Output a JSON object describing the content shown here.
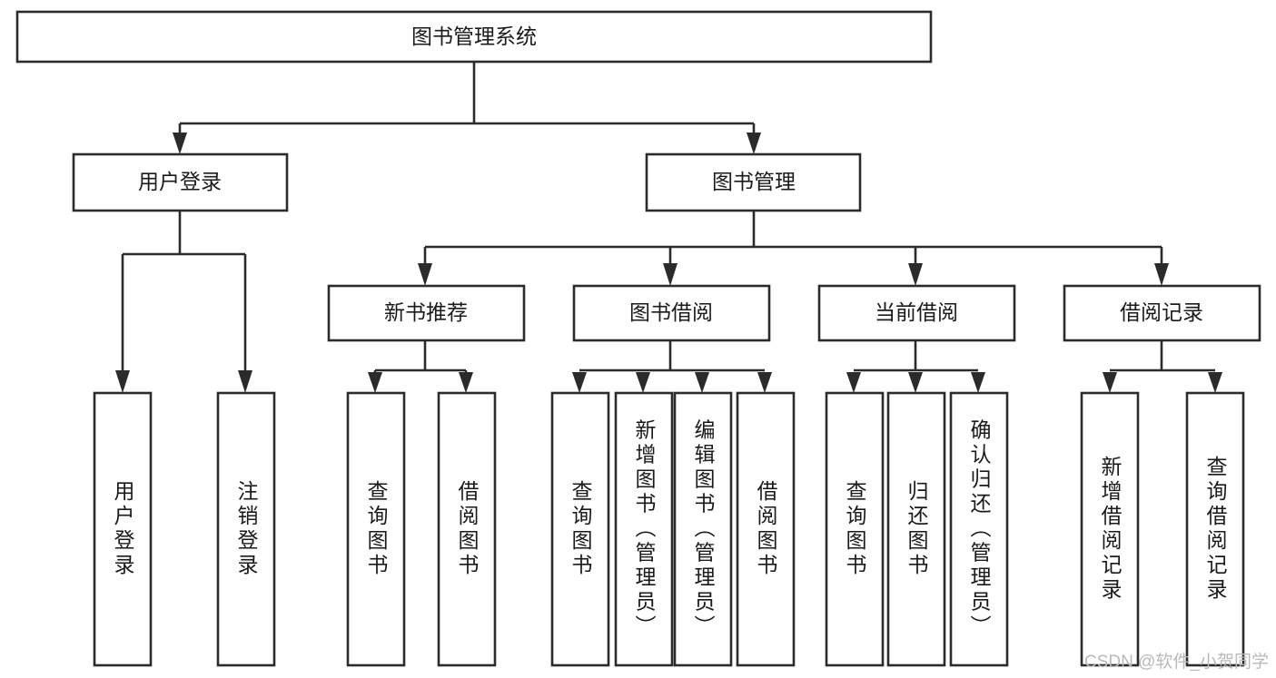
{
  "diagram": {
    "type": "tree-hierarchy-chart",
    "title": "图书管理系统",
    "watermark": "CSDN @软件_小贺同学",
    "colors": {
      "background": "#ffffff",
      "box_fill": "#ffffff",
      "box_stroke": "#2b2b2b",
      "text": "#1a1a1a",
      "watermark": "#b9b9b9"
    },
    "levels": {
      "root": {
        "label": "图书管理系统"
      },
      "level2": [
        {
          "label": "用户登录"
        },
        {
          "label": "图书管理"
        }
      ],
      "level3": [
        {
          "label": "新书推荐"
        },
        {
          "label": "图书借阅"
        },
        {
          "label": "当前借阅"
        },
        {
          "label": "借阅记录"
        }
      ],
      "leaves": [
        {
          "label": "用户登录",
          "parent": "用户登录"
        },
        {
          "label": "注销登录",
          "parent": "用户登录"
        },
        {
          "label": "查询图书",
          "parent": "新书推荐"
        },
        {
          "label": "借阅图书",
          "parent": "新书推荐"
        },
        {
          "label": "查询图书",
          "parent": "图书借阅"
        },
        {
          "label": "新增图书（管理员）",
          "parent": "图书借阅"
        },
        {
          "label": "编辑图书（管理员）",
          "parent": "图书借阅"
        },
        {
          "label": "借阅图书",
          "parent": "图书借阅"
        },
        {
          "label": "查询图书",
          "parent": "当前借阅"
        },
        {
          "label": "归还图书",
          "parent": "当前借阅"
        },
        {
          "label": "确认归还（管理员）",
          "parent": "当前借阅"
        },
        {
          "label": "新增借阅记录",
          "parent": "借阅记录"
        },
        {
          "label": "查询借阅记录",
          "parent": "借阅记录"
        }
      ]
    }
  }
}
